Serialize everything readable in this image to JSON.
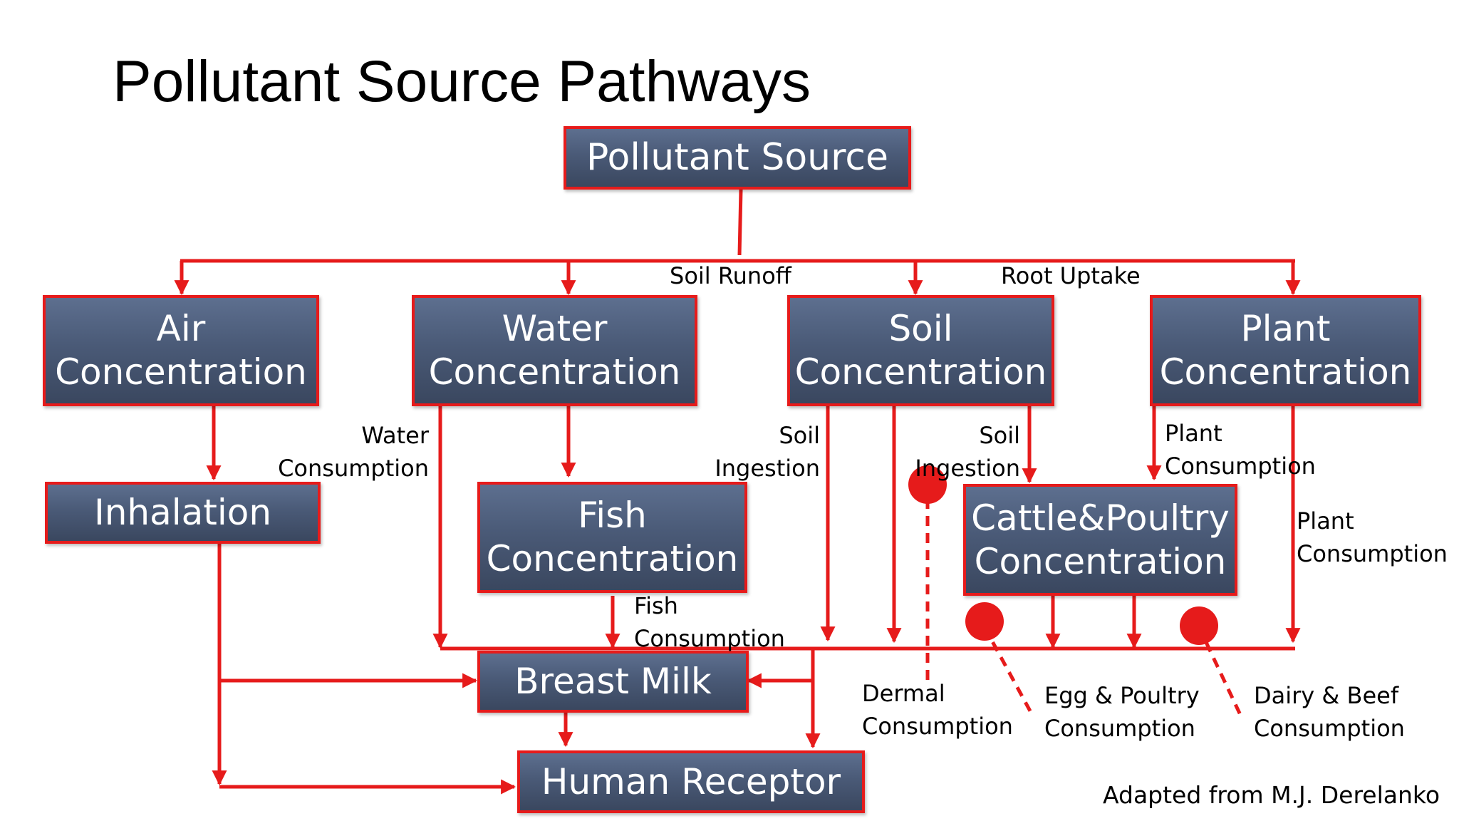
{
  "title": "Pollutant Source Pathways",
  "colors": {
    "accent": "#e61b1b",
    "box_fill": "#4a5a77",
    "box_text": "#ffffff"
  },
  "nodes": {
    "pollutant_source": "Pollutant Source",
    "air": [
      "Air",
      "Concentration"
    ],
    "water": [
      "Water",
      "Concentration"
    ],
    "soil": [
      "Soil",
      "Concentration"
    ],
    "plant": [
      "Plant",
      "Concentration"
    ],
    "inhalation": "Inhalation",
    "fish": [
      "Fish",
      "Concentration"
    ],
    "cattle": [
      "Cattle&Poultry",
      "Concentration"
    ],
    "breast_milk": "Breast Milk",
    "human_receptor": "Human Receptor"
  },
  "edge_labels": {
    "soil_runoff": "Soil Runoff",
    "root_uptake": "Root Uptake",
    "water_consumption": [
      "Water",
      "Consumption"
    ],
    "soil_ingestion_1": [
      "Soil",
      "Ingestion"
    ],
    "soil_ingestion_2": [
      "Soil",
      "Ingestion"
    ],
    "plant_consumption_1": [
      "Plant",
      "Consumption"
    ],
    "plant_consumption_2": [
      "Plant",
      "Consumption"
    ],
    "fish_consumption": [
      "Fish",
      "Consumption"
    ],
    "dermal_consumption": [
      "Dermal",
      "Consumption"
    ],
    "egg_poultry_consumption": [
      "Egg & Poultry",
      "Consumption"
    ],
    "dairy_beef_consumption": [
      "Dairy & Beef",
      "Consumption"
    ]
  },
  "credit": "Adapted from M.J. Derelanko"
}
